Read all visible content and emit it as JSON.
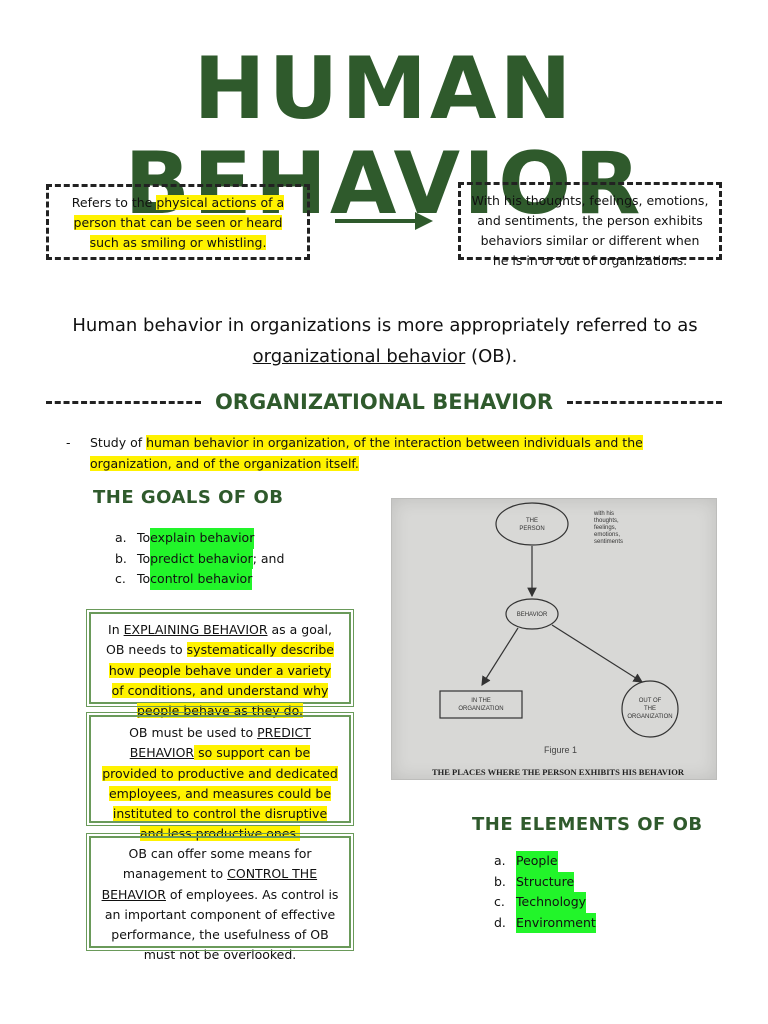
{
  "title": "Human Behavior",
  "definition": {
    "left": {
      "pre": "Refers to the ",
      "highlight": "physical actions of a person that can be seen or heard such as smiling or whistling."
    },
    "right": "With his thoughts, feelings, emotions, and sentiments, the person exhibits behaviors similar or different when he is in or out of organizations."
  },
  "intro": {
    "pre": "Human behavior in organizations is more appropriately referred to as ",
    "underlined": "organizational behavior",
    "post": " (OB)."
  },
  "section_title": "Organizational Behavior",
  "study": {
    "dash": "-",
    "pre": "Study of ",
    "highlight": "human behavior in organization, of the interaction between individuals and the organization, and of the organization itself."
  },
  "goals": {
    "title": "The Goals of OB",
    "items": [
      {
        "mark": "a.",
        "pre": "To ",
        "highlight": "explain behavior",
        "post": ""
      },
      {
        "mark": "b.",
        "pre": "To ",
        "highlight": "predict behavior",
        "post": "; and"
      },
      {
        "mark": "c.",
        "pre": "To ",
        "highlight": "control behavior",
        "post": ""
      }
    ]
  },
  "notes": {
    "explain": {
      "pre": "In ",
      "underlined": "EXPLAINING BEHAVIOR",
      "mid": " as a goal, OB needs to ",
      "highlight": "systematically describe how people behave under a variety of conditions, and understand why people behave as they do."
    },
    "predict": {
      "pre": "OB must be used to ",
      "underlined": "PREDICT BEHAVIOR",
      "highlight": " so support can be provided to productive and dedicated employees, and measures could be instituted to control the disruptive and less productive ones."
    },
    "control": {
      "pre": "OB can offer some means for management to ",
      "underlined": "CONTROL THE BEHAVIOR",
      "post": " of employees. As control is an important component of effective performance, the usefulness of OB must not be overlooked."
    }
  },
  "figure": {
    "person": [
      "THE",
      "PERSON"
    ],
    "person_note": [
      "with his",
      "thoughts,",
      "feelings,",
      "emotions,",
      "sentiments"
    ],
    "behavior": "BEHAVIOR",
    "in_org": [
      "IN THE",
      "ORGANIZATION"
    ],
    "out_org": [
      "OUT OF",
      "THE",
      "ORGANIZATION"
    ],
    "caption": "Figure 1",
    "title": "THE PLACES WHERE THE PERSON EXHIBITS HIS BEHAVIOR"
  },
  "elements": {
    "title": "The Elements of OB",
    "items": [
      {
        "mark": "a.",
        "label": "People"
      },
      {
        "mark": "b.",
        "label": "Structure"
      },
      {
        "mark": "c.",
        "label": "Technology"
      },
      {
        "mark": "d.",
        "label": "Environment"
      }
    ]
  }
}
